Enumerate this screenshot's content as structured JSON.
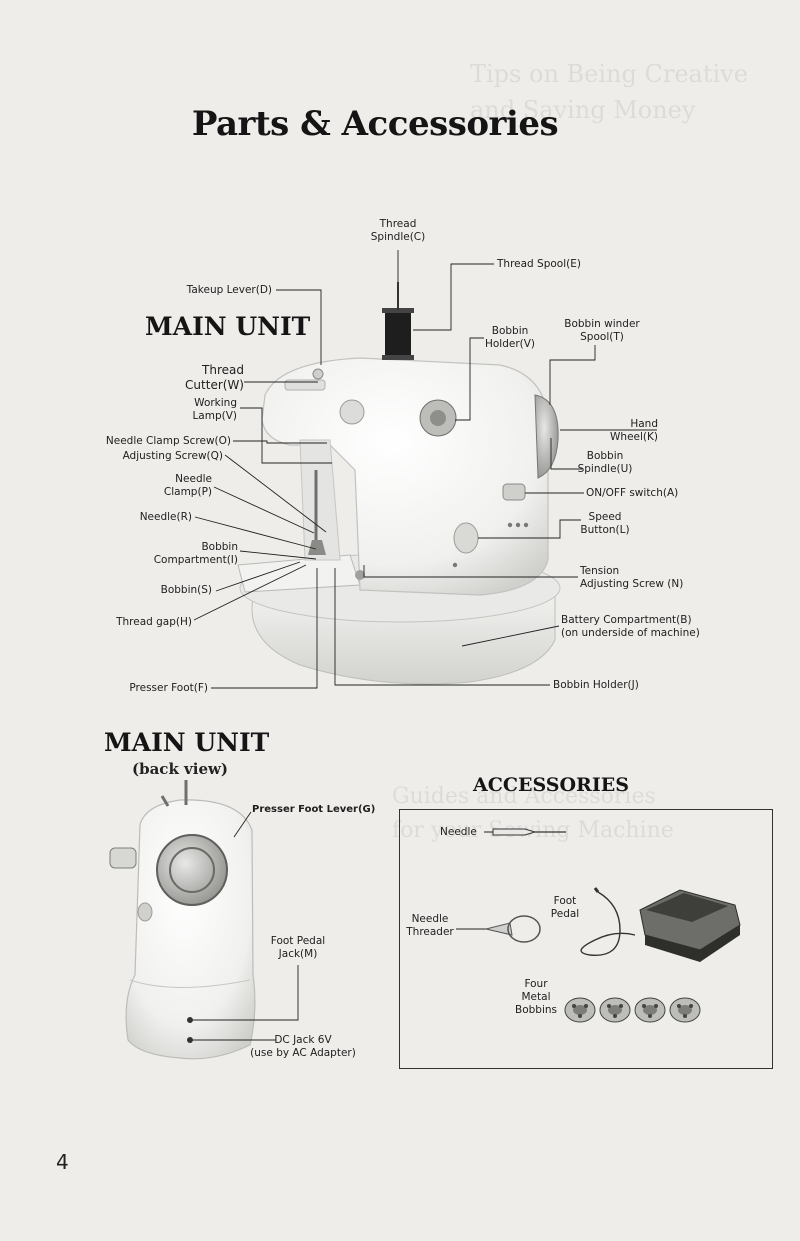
{
  "page_title": "Parts & Accessories",
  "page_number": "4",
  "bleed_through": {
    "heading_1": "Tips on Being Creative",
    "heading_2": "and Saving Money",
    "heading_3": "Guides and Accessories",
    "heading_4": "for your Sewing Machine"
  },
  "main_unit": {
    "title": "MAIN UNIT",
    "labels": {
      "thread_spindle": "Thread\nSpindle(C)",
      "thread_spool": "Thread Spool(E)",
      "takeup_lever": "Takeup Lever(D)",
      "bobbin_holder_v": "Bobbin\nHolder(V)",
      "bobbin_winder_spool": "Bobbin winder\nSpool(T)",
      "thread_cutter": "Thread\nCutter(W)",
      "working_lamp": "Working\nLamp(V)",
      "needle_clamp_screw": "Needle Clamp Screw(O)",
      "adjusting_screw_q": "Adjusting Screw(Q)",
      "needle_clamp": "Needle\nClamp(P)",
      "needle": "Needle(R)",
      "bobbin_compartment": "Bobbin\nCompartment(I)",
      "bobbin": "Bobbin(S)",
      "thread_gap": "Thread gap(H)",
      "presser_foot": "Presser Foot(F)",
      "hand_wheel": "Hand\nWheel(K)",
      "bobbin_spindle": "Bobbin\nSpindle(U)",
      "on_off_switch": "ON/OFF switch(A)",
      "speed_button": "Speed\nButton(L)",
      "tension_adjusting_screw": "Tension\nAdjusting Screw (N)",
      "battery_compartment": "Battery Compartment(B)\n(on underside of machine)",
      "bobbin_holder_j": "Bobbin Holder(J)"
    }
  },
  "back_view": {
    "title": "MAIN UNIT",
    "subtitle": "(back view)",
    "labels": {
      "presser_foot_lever": "Presser Foot Lever(G)",
      "foot_pedal_jack": "Foot Pedal\nJack(M)",
      "dc_jack": "DC Jack 6V\n(use by AC Adapter)"
    }
  },
  "accessories": {
    "title": "ACCESSORIES",
    "labels": {
      "needle": "Needle",
      "needle_threader": "Needle\nThreader",
      "foot_pedal": "Foot\nPedal",
      "four_metal_bobbins": "Four\nMetal\nBobbins"
    }
  },
  "colors": {
    "page": "#efedea",
    "machine_body": "#f8f8f6",
    "machine_shadow": "#c9c9c6",
    "ink": "#1c1c1c"
  }
}
